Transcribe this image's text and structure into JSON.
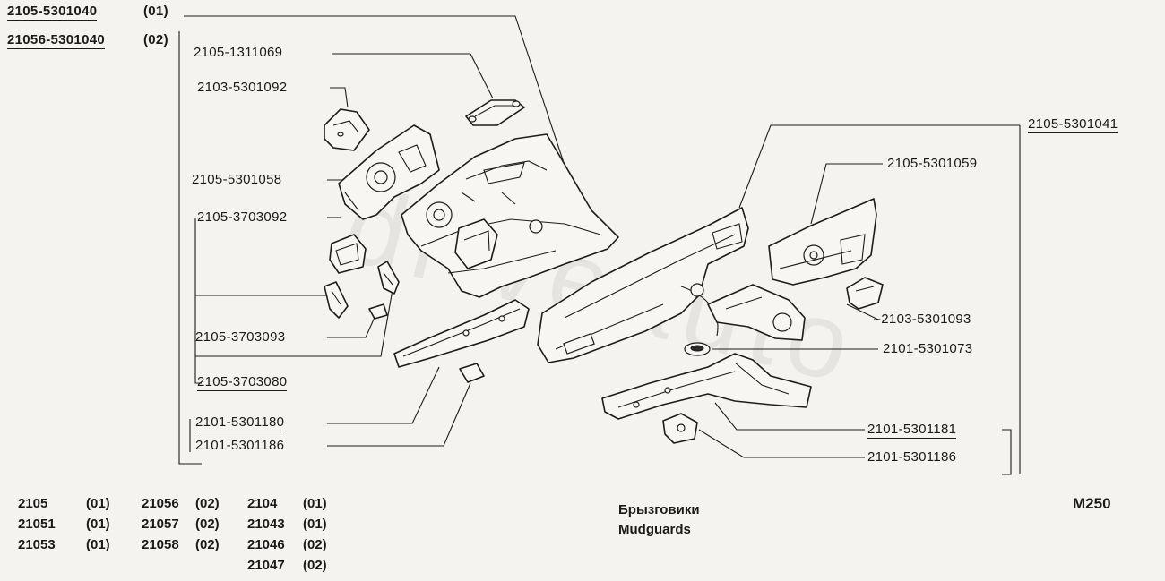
{
  "header_codes": [
    {
      "code": "2105-5301040",
      "variant": "(01)"
    },
    {
      "code": "21056-5301040",
      "variant": "(02)"
    }
  ],
  "part_labels": {
    "p1311069": "2105-1311069",
    "p5301092": "2103-5301092",
    "p5301058": "2105-5301058",
    "p3703092": "2105-3703092",
    "p3703093": "2105-3703093",
    "p3703080": "2105-3703080",
    "p5301180": "2101-5301180",
    "p5301186_left": "2101-5301186",
    "p5301041": "2105-5301041",
    "p5301059": "2105-5301059",
    "p5301093": "-2103-5301093",
    "p5301073": "2101-5301073",
    "p5301181": "2101-5301181",
    "p5301186_right": "2101-5301186"
  },
  "variants": [
    [
      {
        "model": "2105",
        "code": "(01)"
      },
      {
        "model": "21056",
        "code": "(02)"
      },
      {
        "model": "2104",
        "code": "(01)"
      }
    ],
    [
      {
        "model": "21051",
        "code": "(01)"
      },
      {
        "model": "21057",
        "code": "(02)"
      },
      {
        "model": "21043",
        "code": "(01)"
      }
    ],
    [
      {
        "model": "21053",
        "code": "(01)"
      },
      {
        "model": "21058",
        "code": "(02)"
      },
      {
        "model": "21046",
        "code": "(02)"
      }
    ],
    [
      {
        "model": "",
        "code": ""
      },
      {
        "model": "",
        "code": ""
      },
      {
        "model": "21047",
        "code": "(02)"
      }
    ]
  ],
  "title_ru": "Брызговики",
  "title_en": "Mudguards",
  "figure_code": "M250",
  "watermark": "driveauto",
  "colors": {
    "background": "#f4f3f0",
    "ink": "#1c1c1c"
  }
}
